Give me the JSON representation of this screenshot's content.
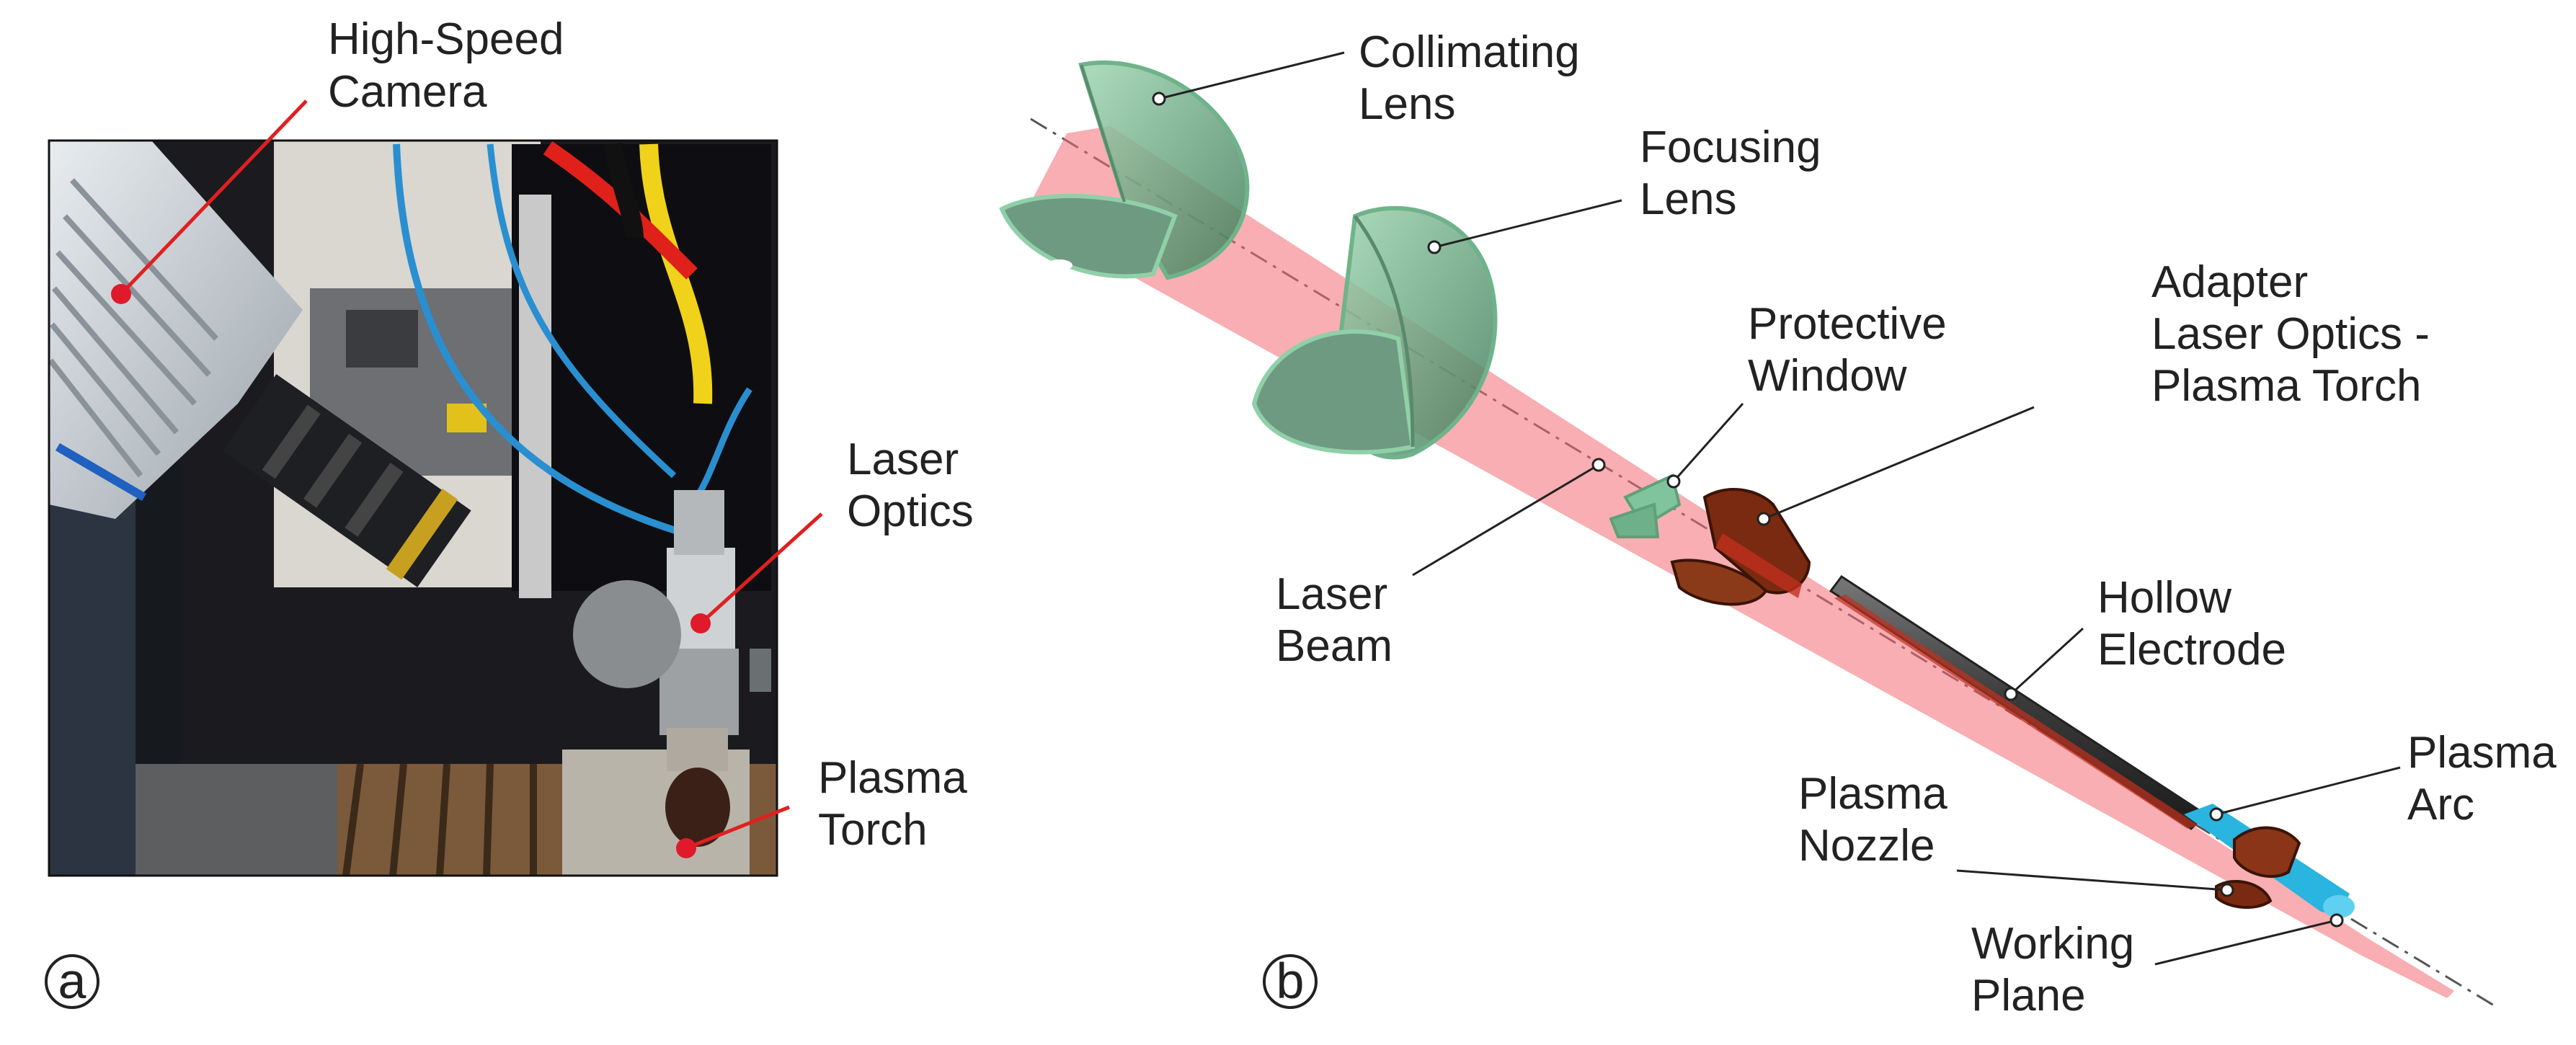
{
  "panel_a": {
    "label": "a",
    "annotations": {
      "camera": [
        "High-Speed",
        "Camera"
      ],
      "optics": [
        "Laser",
        "Optics"
      ],
      "torch": [
        "Plasma",
        "Torch"
      ]
    },
    "colors": {
      "leader": "#e02020",
      "marker": "#e01a2a"
    }
  },
  "panel_b": {
    "label": "b",
    "annotations": {
      "collimating": [
        "Collimating",
        "Lens"
      ],
      "focusing": [
        "Focusing",
        "Lens"
      ],
      "window": [
        "Protective",
        "Window"
      ],
      "adapter": [
        "Adapter",
        "Laser Optics -",
        "Plasma Torch"
      ],
      "beam": [
        "Laser",
        "Beam"
      ],
      "electrode": [
        "Hollow",
        "Electrode"
      ],
      "arc": [
        "Plasma",
        "Arc"
      ],
      "nozzle": [
        "Plasma",
        "Nozzle"
      ],
      "plane": [
        "Working",
        "Plane"
      ]
    },
    "colors": {
      "beam": "#f26b73",
      "lens": "#7fc49c",
      "adapter": "#7a2a10",
      "electrode": "#4a4a4a",
      "arc": "#2ab4e0",
      "nozzle": "#8a3418"
    }
  }
}
